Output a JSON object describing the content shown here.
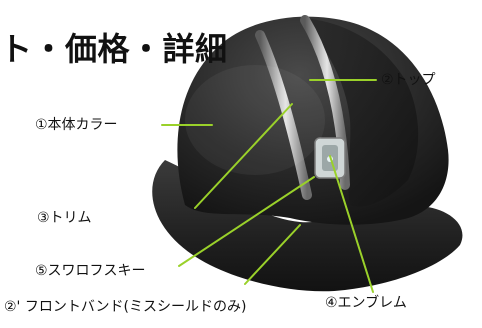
{
  "title": "ト・価格・詳細",
  "labels": {
    "body_color": "①本体カラー",
    "top": "②トップ",
    "trim": "③トリム",
    "emblem": "④エンブレム",
    "swarovski": "⑤スワロフスキー",
    "front_band": "②' フロントバンド(ミスシールドのみ)"
  },
  "colors": {
    "helmet_dark": "#2a2a2a",
    "leader_line": "#9ad12a"
  }
}
